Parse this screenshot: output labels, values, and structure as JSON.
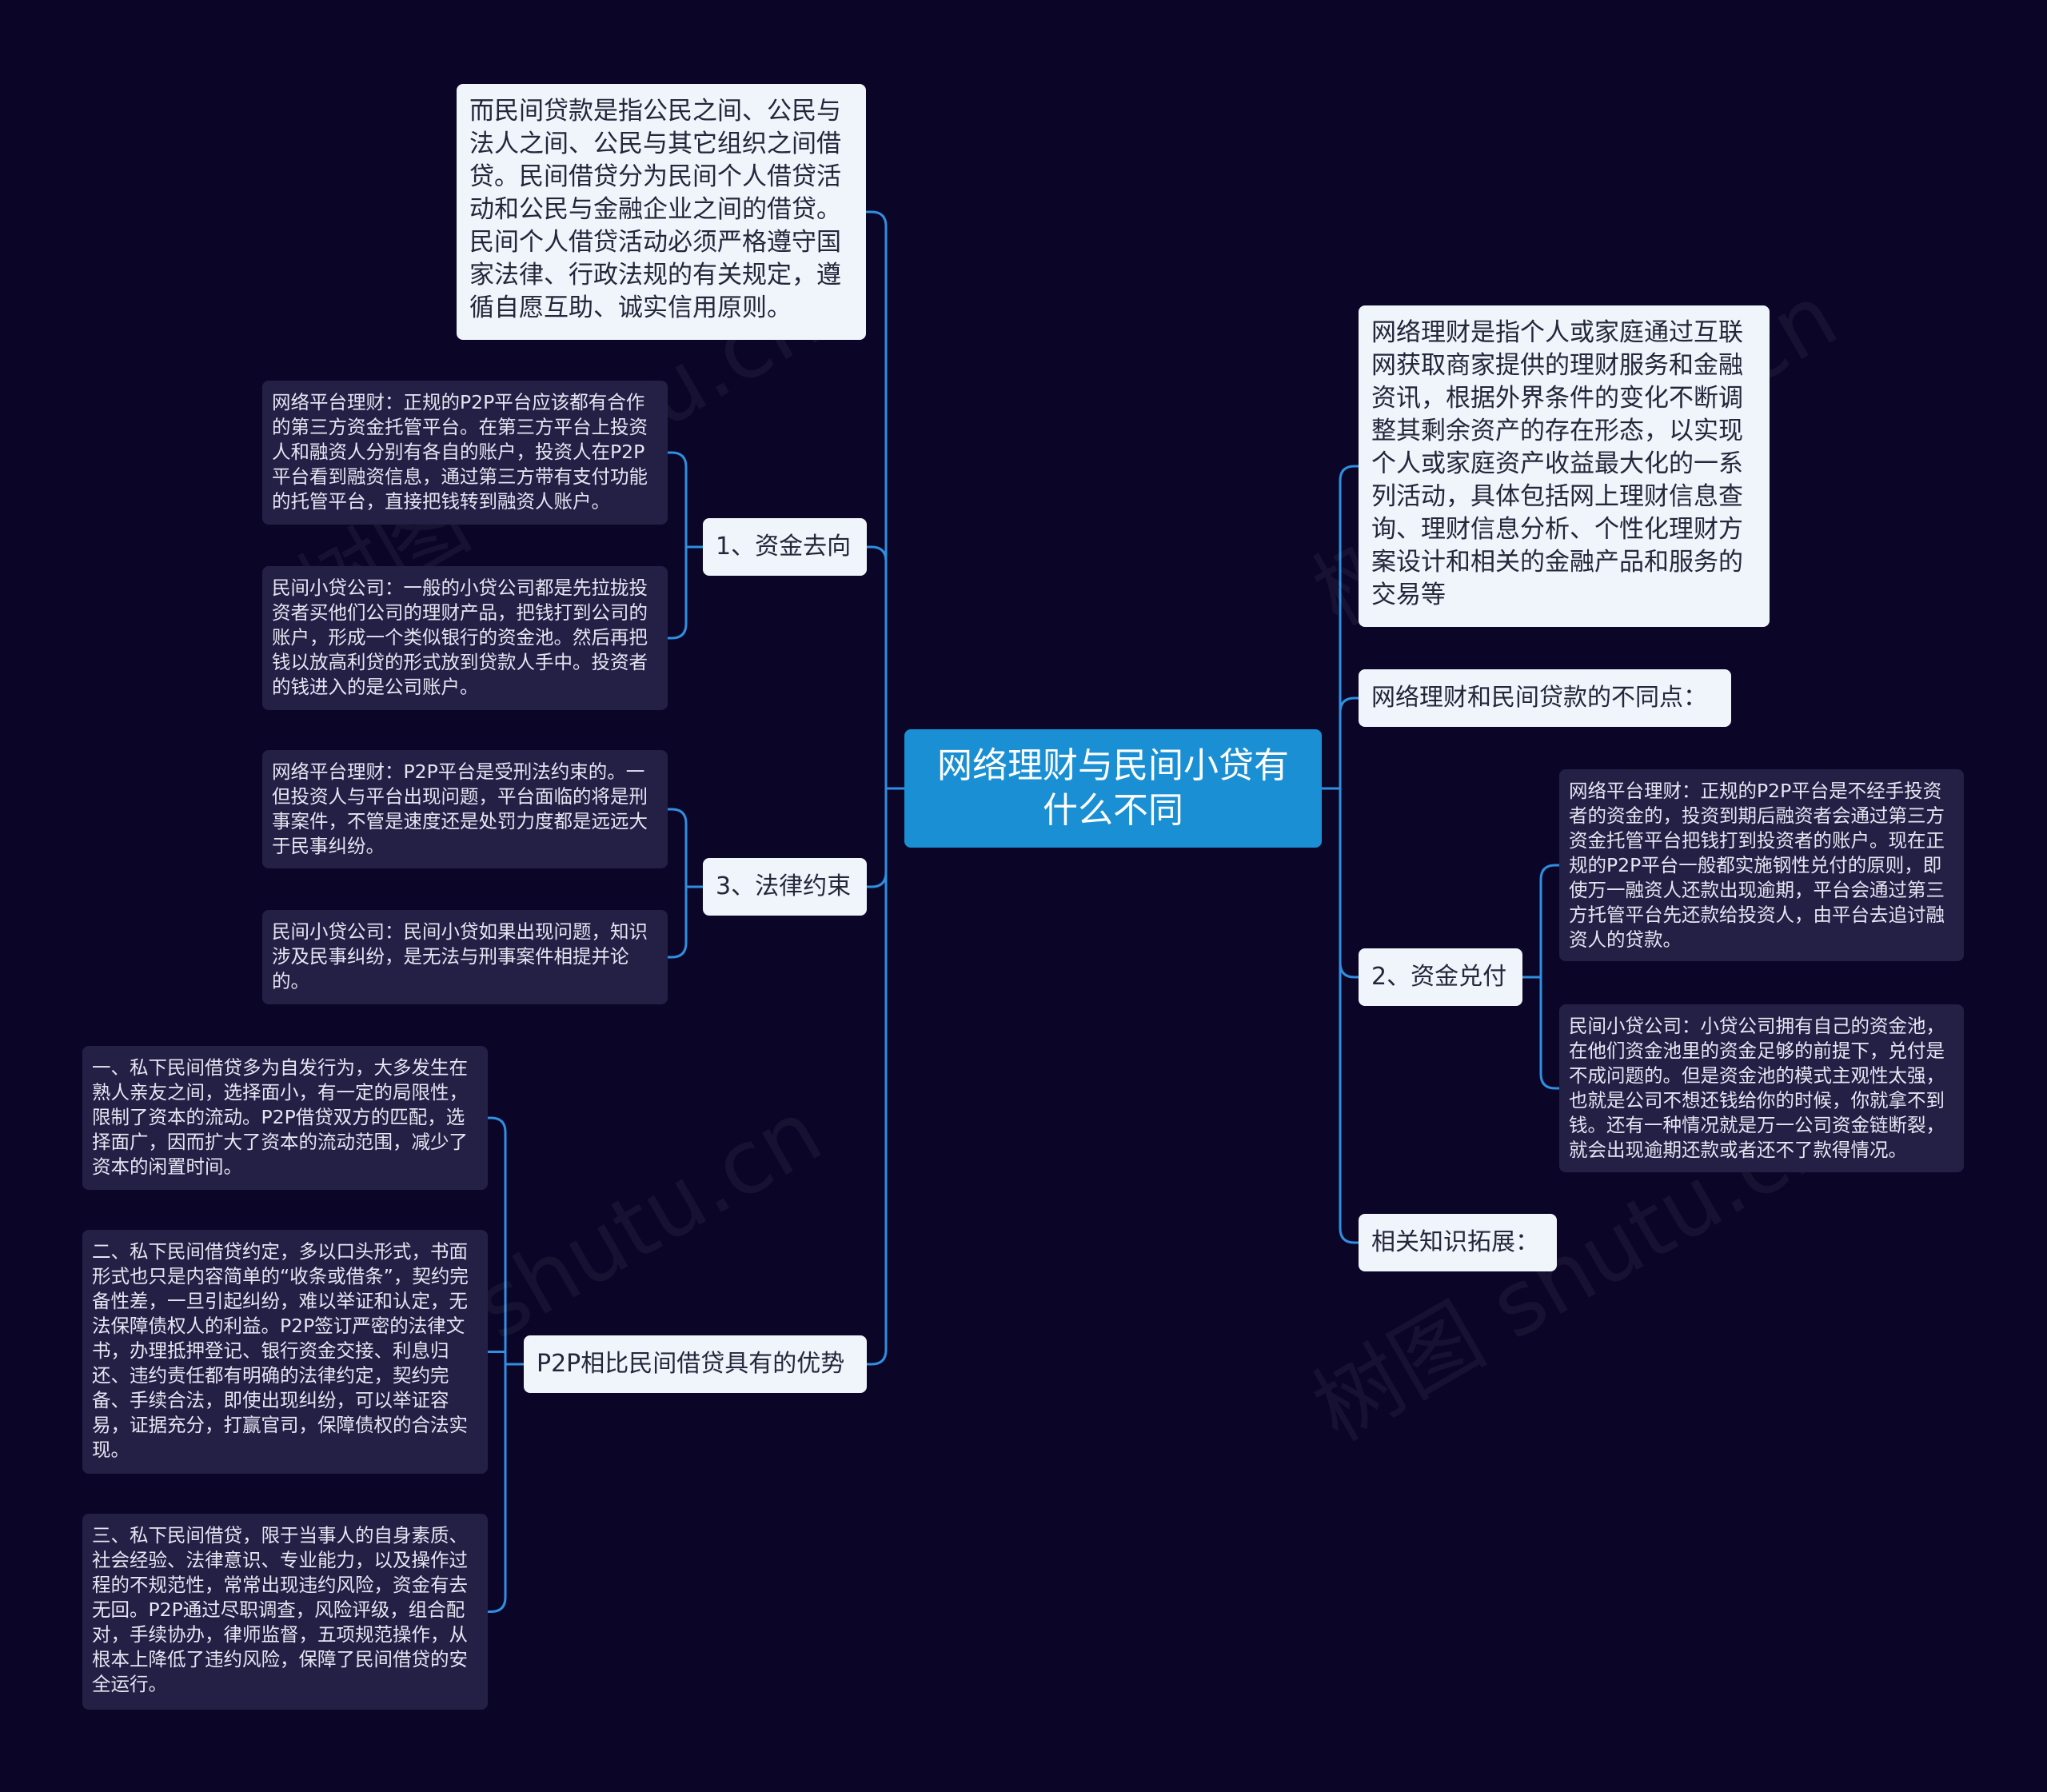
{
  "root": {
    "title": "网络理财与民间小贷有什么不同"
  },
  "left": {
    "intro": "而民间贷款是指公民之间、公民与法人之间、公民与其它组织之间借贷。民间借贷分为民间个人借贷活动和公民与金融企业之间的借贷。民间个人借贷活动必须严格遵守国家法律、行政法规的有关规定，遵循自愿互助、诚实信用原则。",
    "funds_flow": {
      "label": "1、资金去向",
      "items": [
        "网络平台理财：正规的P2P平台应该都有合作的第三方资金托管平台。在第三方平台上投资人和融资人分别有各自的账户，投资人在P2P平台看到融资信息，通过第三方带有支付功能的托管平台，直接把钱转到融资人账户。",
        "民间小贷公司：一般的小贷公司都是先拉拢投资者买他们公司的理财产品，把钱打到公司的账户，形成一个类似银行的资金池。然后再把钱以放高利贷的形式放到贷款人手中。投资者的钱进入的是公司账户。"
      ]
    },
    "legal": {
      "label": "3、法律约束",
      "items": [
        "网络平台理财：P2P平台是受刑法约束的。一但投资人与平台出现问题，平台面临的将是刑事案件，不管是速度还是处罚力度都是远远大于民事纠纷。",
        "民间小贷公司：民间小贷如果出现问题，知识涉及民事纠纷，是无法与刑事案件相提并论的。"
      ]
    },
    "advantages": {
      "label": "P2P相比民间借贷具有的优势",
      "items": [
        "一、私下民间借贷多为自发行为，大多发生在熟人亲友之间，选择面小，有一定的局限性，限制了资本的流动。P2P借贷双方的匹配，选择面广，因而扩大了资本的流动范围，减少了资本的闲置时间。",
        "二、私下民间借贷约定，多以口头形式，书面形式也只是内容简单的“收条或借条”，契约完备性差，一旦引起纠纷，难以举证和认定，无法保障债权人的利益。P2P签订严密的法律文书，办理抵押登记、银行资金交接、利息归还、违约责任都有明确的法律约定，契约完备、手续合法，即使出现纠纷，可以举证容易，证据充分，打赢官司，保障债权的合法实现。",
        "三、私下民间借贷，限于当事人的自身素质、社会经验、法律意识、专业能力，以及操作过程的不规范性，常常出现违约风险，资金有去无回。P2P通过尽职调查，风险评级，组合配对，手续协办，律师监督，五项规范操作，从根本上降低了违约风险，保障了民间借贷的安全运行。"
      ]
    }
  },
  "right": {
    "intro": "网络理财是指个人或家庭通过互联网获取商家提供的理财服务和金融资讯，根据外界条件的变化不断调整其剩余资产的存在形态，以实现个人或家庭资产收益最大化的一系列活动，具体包括网上理财信息查询、理财信息分析、个性化理财方案设计和相关的金融产品和服务的交易等",
    "differences_label": "网络理财和民间贷款的不同点：",
    "redemption": {
      "label": "2、资金兑付",
      "items": [
        "网络平台理财：正规的P2P平台是不经手投资者的资金的，投资到期后融资者会通过第三方资金托管平台把钱打到投资者的账户。现在正规的P2P平台一般都实施钢性兑付的原则，即使万一融资人还款出现逾期，平台会通过第三方托管平台先还款给投资人，由平台去追讨融资人的贷款。",
        "民间小贷公司：小贷公司拥有自己的资金池，在他们资金池里的资金足够的前提下，兑付是不成问题的。但是资金池的模式主观性太强，也就是公司不想还钱给你的时候，你就拿不到钱。还有一种情况就是万一公司资金链断裂，就会出现逾期还款或者还不了款得情况。"
      ]
    },
    "related_label": "相关知识拓展："
  },
  "colors": {
    "background": "#0b0628",
    "root": "#1a8fd3",
    "connector": "#2f8fe0"
  }
}
